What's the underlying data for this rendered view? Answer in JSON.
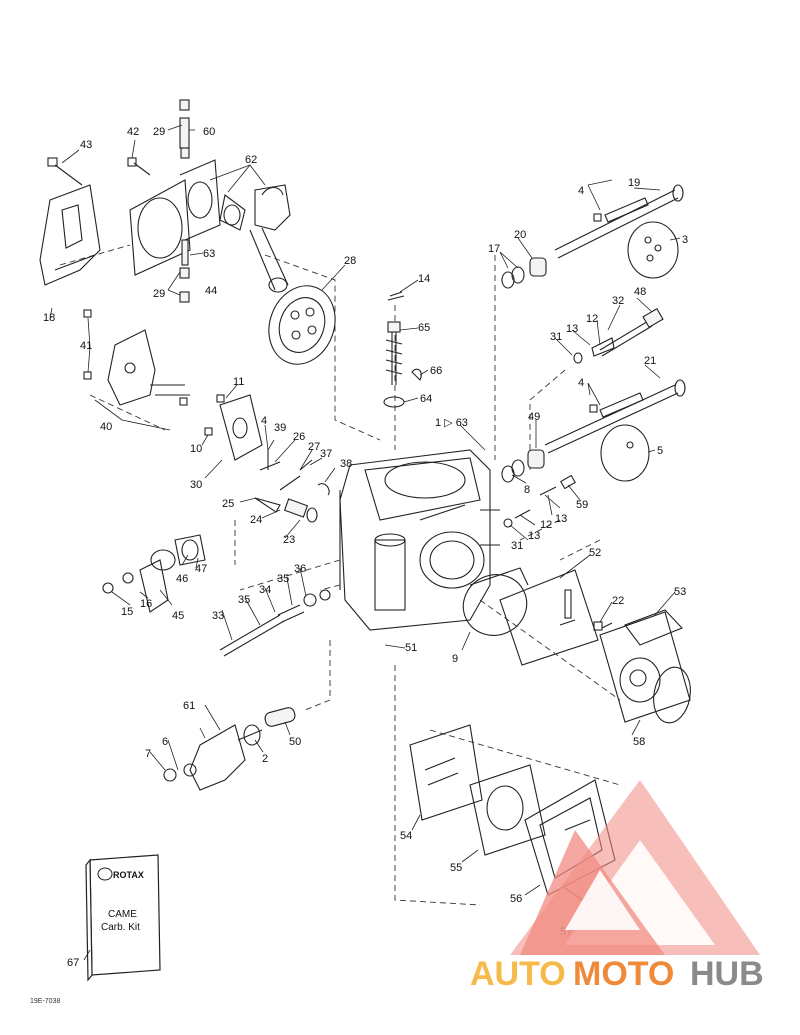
{
  "labels": [
    {
      "id": "p1",
      "text": "1"
    },
    {
      "id": "p2",
      "text": "2"
    },
    {
      "id": "p3",
      "text": "3"
    },
    {
      "id": "p4a",
      "text": "4"
    },
    {
      "id": "p4b",
      "text": "4"
    },
    {
      "id": "p4c",
      "text": "4"
    },
    {
      "id": "p5",
      "text": "5"
    },
    {
      "id": "p6",
      "text": "6"
    },
    {
      "id": "p7",
      "text": "7"
    },
    {
      "id": "p8",
      "text": "8"
    },
    {
      "id": "p9",
      "text": "9"
    },
    {
      "id": "p10",
      "text": "10"
    },
    {
      "id": "p11",
      "text": "11"
    },
    {
      "id": "p12a",
      "text": "12"
    },
    {
      "id": "p12b",
      "text": "12"
    },
    {
      "id": "p13a",
      "text": "13"
    },
    {
      "id": "p13b",
      "text": "13"
    },
    {
      "id": "p13c",
      "text": "13"
    },
    {
      "id": "p14",
      "text": "14"
    },
    {
      "id": "p15",
      "text": "15"
    },
    {
      "id": "p16",
      "text": "16"
    },
    {
      "id": "p17",
      "text": "17"
    },
    {
      "id": "p18",
      "text": "18"
    },
    {
      "id": "p19",
      "text": "19"
    },
    {
      "id": "p20",
      "text": "20"
    },
    {
      "id": "p21",
      "text": "21"
    },
    {
      "id": "p22",
      "text": "22"
    },
    {
      "id": "p23",
      "text": "23"
    },
    {
      "id": "p24",
      "text": "24"
    },
    {
      "id": "p25",
      "text": "25"
    },
    {
      "id": "p26",
      "text": "26"
    },
    {
      "id": "p27",
      "text": "27"
    },
    {
      "id": "p28",
      "text": "28"
    },
    {
      "id": "p29a",
      "text": "29"
    },
    {
      "id": "p29b",
      "text": "29"
    },
    {
      "id": "p30",
      "text": "30"
    },
    {
      "id": "p31a",
      "text": "31"
    },
    {
      "id": "p31b",
      "text": "31"
    },
    {
      "id": "p32",
      "text": "32"
    },
    {
      "id": "p33",
      "text": "33"
    },
    {
      "id": "p34",
      "text": "34"
    },
    {
      "id": "p35a",
      "text": "35"
    },
    {
      "id": "p35b",
      "text": "35"
    },
    {
      "id": "p36",
      "text": "36"
    },
    {
      "id": "p37",
      "text": "37"
    },
    {
      "id": "p38",
      "text": "38"
    },
    {
      "id": "p39",
      "text": "39"
    },
    {
      "id": "p40",
      "text": "40"
    },
    {
      "id": "p41",
      "text": "41"
    },
    {
      "id": "p42",
      "text": "42"
    },
    {
      "id": "p43",
      "text": "43"
    },
    {
      "id": "p44",
      "text": "44"
    },
    {
      "id": "p45",
      "text": "45"
    },
    {
      "id": "p46",
      "text": "46"
    },
    {
      "id": "p47",
      "text": "47"
    },
    {
      "id": "p48",
      "text": "48"
    },
    {
      "id": "p49",
      "text": "49"
    },
    {
      "id": "p50",
      "text": "50"
    },
    {
      "id": "p51",
      "text": "51"
    },
    {
      "id": "p52",
      "text": "52"
    },
    {
      "id": "p53",
      "text": "53"
    },
    {
      "id": "p54",
      "text": "54"
    },
    {
      "id": "p55",
      "text": "55"
    },
    {
      "id": "p56",
      "text": "56"
    },
    {
      "id": "p57",
      "text": "57"
    },
    {
      "id": "p58",
      "text": "58"
    },
    {
      "id": "p59",
      "text": "59"
    },
    {
      "id": "p60",
      "text": "60"
    },
    {
      "id": "p61a",
      "text": "61"
    },
    {
      "id": "p61b",
      "text": "61"
    },
    {
      "id": "p62",
      "text": "62"
    },
    {
      "id": "p63",
      "text": "63"
    },
    {
      "id": "p63b",
      "text": "1 ▷ 63"
    },
    {
      "id": "p64",
      "text": "64"
    },
    {
      "id": "p65",
      "text": "65"
    },
    {
      "id": "p66",
      "text": "66"
    },
    {
      "id": "p67",
      "text": "67"
    }
  ],
  "kit": {
    "brand": "ROTAX",
    "line1": "CAME",
    "line2": "Carb. Kit"
  },
  "drawing_code": "19E-7038",
  "watermark": {
    "auto": "AUTO",
    "moto": "MOTO",
    "hub": "HUB",
    "color_light": "#f6b94a",
    "color_mid": "#ee8a3a",
    "color_dark": "#8a8a8a",
    "triangle_color": "#f28b82"
  }
}
